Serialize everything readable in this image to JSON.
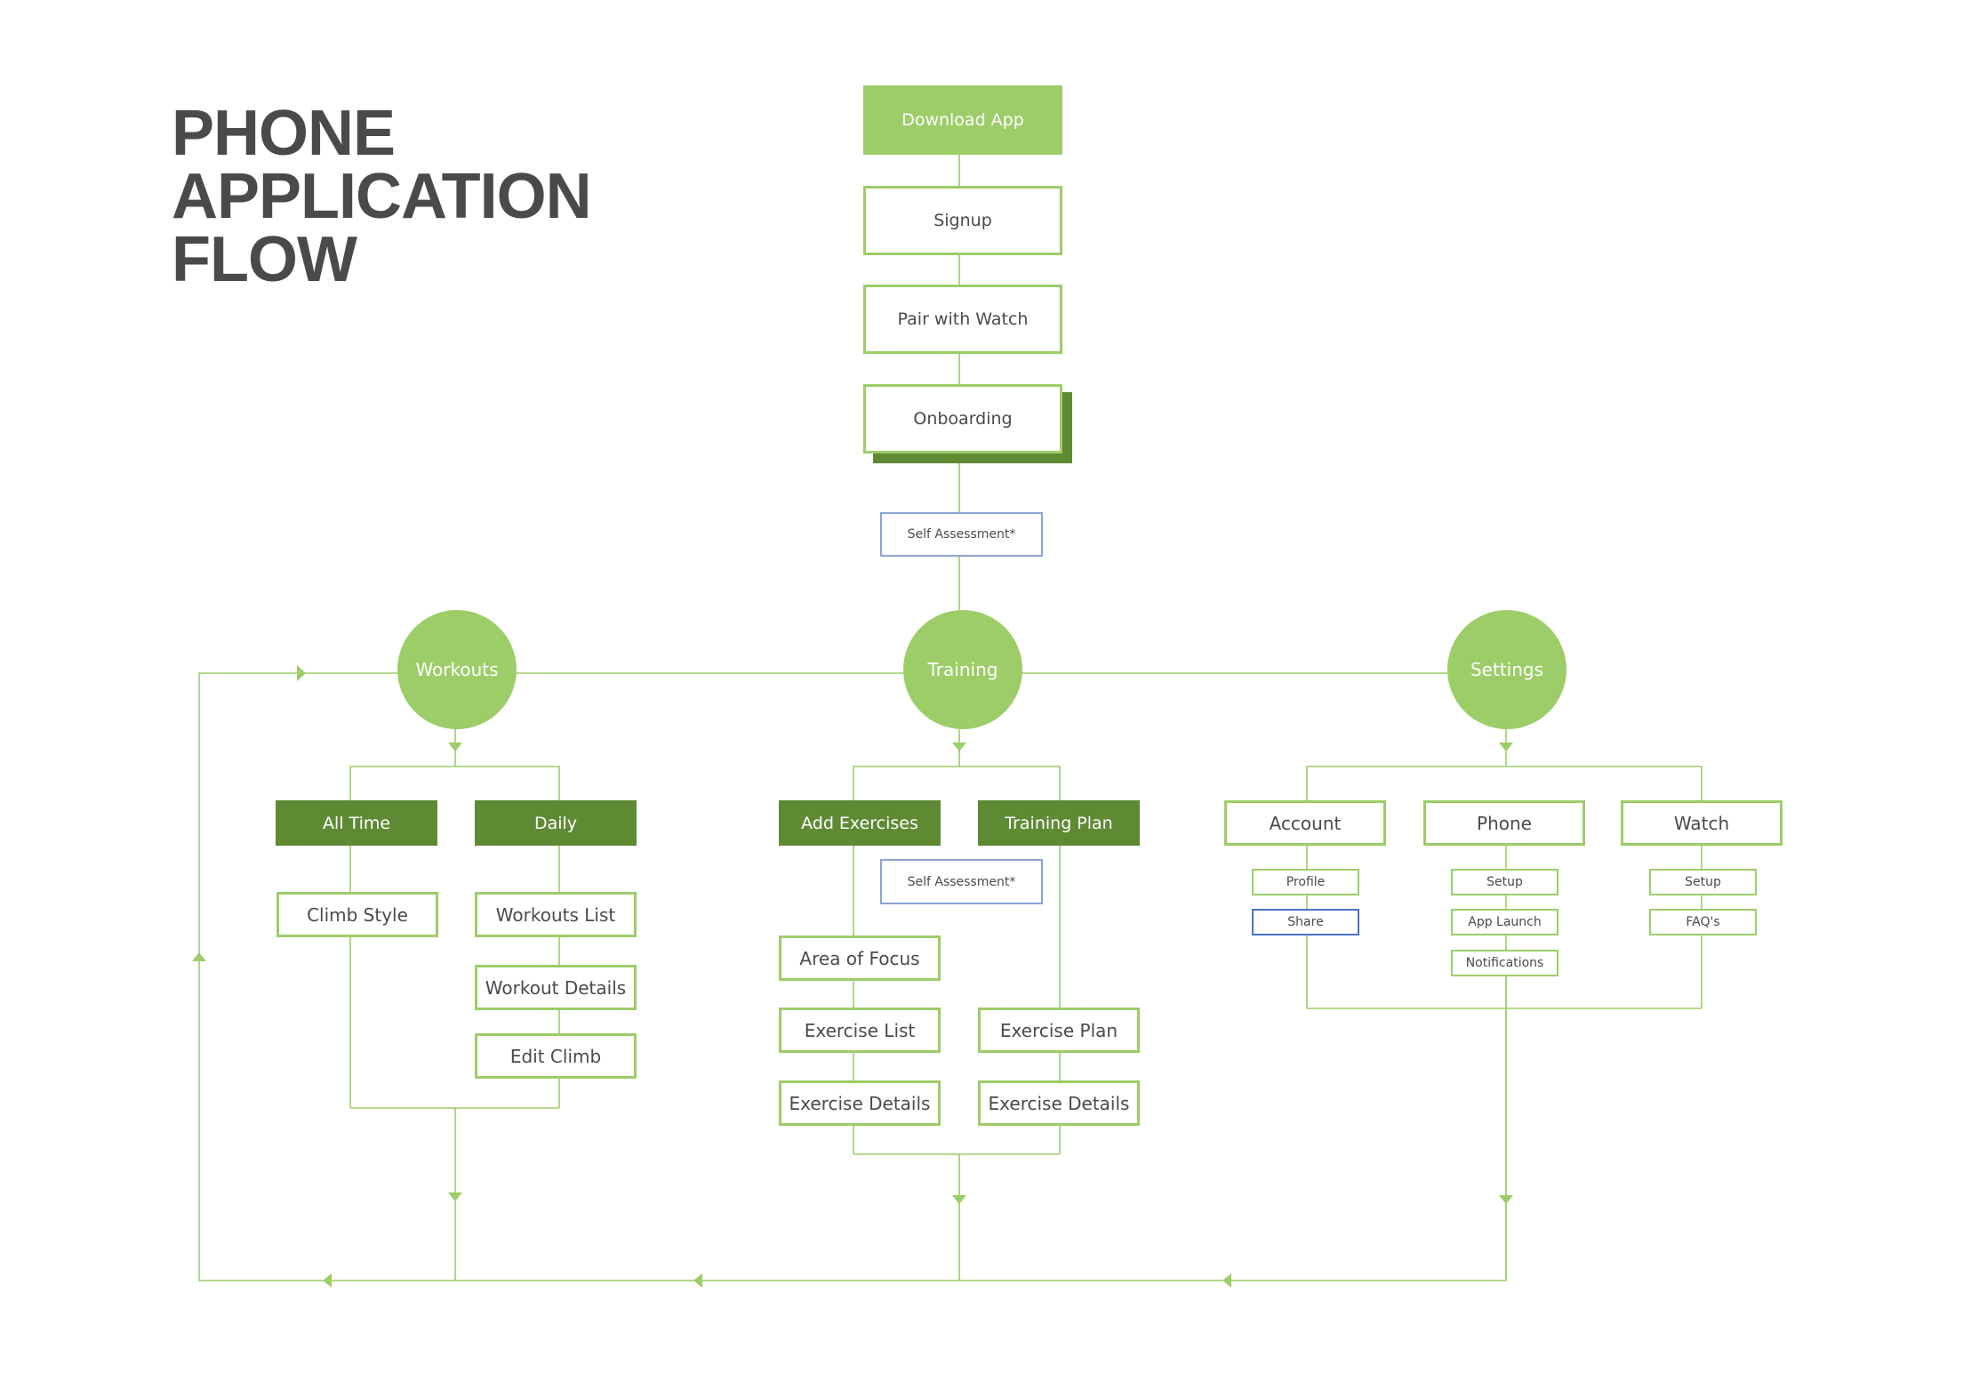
{
  "title": {
    "line1": "PHONE",
    "line2": "APPLICATION",
    "line3": "FLOW"
  },
  "colors": {
    "accent": "#9ccd68",
    "dark": "#5e8a34",
    "blue": "#8aa3d4",
    "text": "#4a4a4a"
  },
  "onboarding_flow": {
    "download": "Download App",
    "signup": "Signup",
    "pair": "Pair with Watch",
    "onboarding": "Onboarding",
    "self_assessment": "Self Assessment*"
  },
  "hubs": {
    "workouts": "Workouts",
    "training": "Training",
    "settings": "Settings"
  },
  "workouts": {
    "all_time": "All Time",
    "daily": "Daily",
    "climb_style": "Climb Style",
    "workouts_list": "Workouts List",
    "workout_details": "Workout Details",
    "edit_climb": "Edit Climb"
  },
  "training": {
    "add_exercises": "Add Exercises",
    "training_plan": "Training Plan",
    "self_assessment": "Self Assessment*",
    "area_of_focus": "Area of Focus",
    "exercise_list": "Exercise List",
    "exercise_plan": "Exercise Plan",
    "exercise_details_left": "Exercise Details",
    "exercise_details_right": "Exercise Details"
  },
  "settings": {
    "account": "Account",
    "phone": "Phone",
    "watch": "Watch",
    "profile": "Profile",
    "share": "Share",
    "phone_setup": "Setup",
    "app_launch": "App Launch",
    "notifications": "Notifications",
    "watch_setup": "Setup",
    "faqs": "FAQ's"
  }
}
